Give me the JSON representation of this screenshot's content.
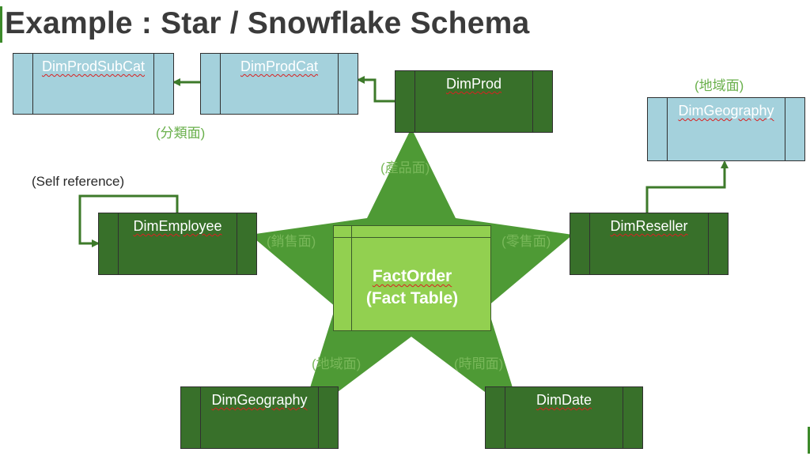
{
  "title": "Example : Star / Snowflake Schema",
  "fact": {
    "name": "FactOrder",
    "subtitle": "(Fact Table)"
  },
  "boxes": {
    "dim_prod_subcat": "DimProdSubCat",
    "dim_prod_cat": "DimProdCat",
    "dim_prod": "DimProd",
    "dim_geography_right": "DimGeography",
    "dim_employee": "DimEmployee",
    "dim_reseller": "DimReseller",
    "dim_geography_bottom": "DimGeography",
    "dim_date": "DimDate"
  },
  "labels": {
    "category_face": "(分類面)",
    "region_face_top": "(地域面)",
    "product_face": "(產品面)",
    "sales_face": "(銷售面)",
    "retail_face": "(零售面)",
    "region_face_bottom": "(地域面)",
    "time_face": "(時間面)",
    "self_reference": "(Self reference)"
  },
  "colors": {
    "star": "#4e9a35",
    "dark_box": "#38702a",
    "light_box": "#a4d1dc",
    "fact": "#92d050",
    "arrow": "#3d7a2a",
    "title_accent": "#3c8a2a"
  }
}
